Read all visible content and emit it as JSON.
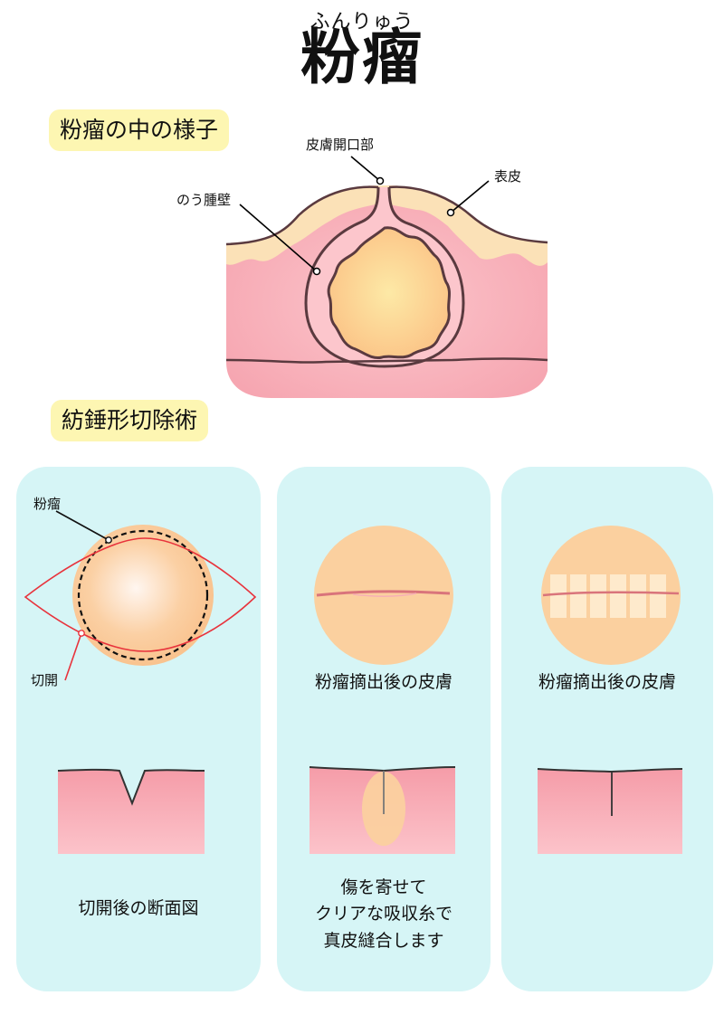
{
  "title": {
    "ruby": "ふんりゅう",
    "main": "粉瘤"
  },
  "section_inside": "粉瘤の中の様子",
  "section_surgery": "紡錘形切除術",
  "top_labels": {
    "opening": "皮膚開口部",
    "epidermis": "表皮",
    "cyst_wall": "のう腫壁"
  },
  "panel1": {
    "label_cyst": "粉瘤",
    "label_incision": "切開",
    "caption": "切開後の断面図"
  },
  "panel2": {
    "caption_top": "粉瘤摘出後の皮膚",
    "caption_lines": [
      "傷を寄せて",
      "クリアな吸収糸で",
      "真皮縫合します"
    ]
  },
  "panel3": {
    "caption_top": "粉瘤摘出後の皮膚"
  },
  "colors": {
    "skin_pink": "#f7a9b3",
    "epidermis_yellow": "#fbe1b7",
    "cyst_core": "#fbc98a",
    "panel_bg": "#d6f5f6",
    "section_bg": "#fdf6b2",
    "incision_red": "#e8333c",
    "outline": "#5a3a3f"
  }
}
